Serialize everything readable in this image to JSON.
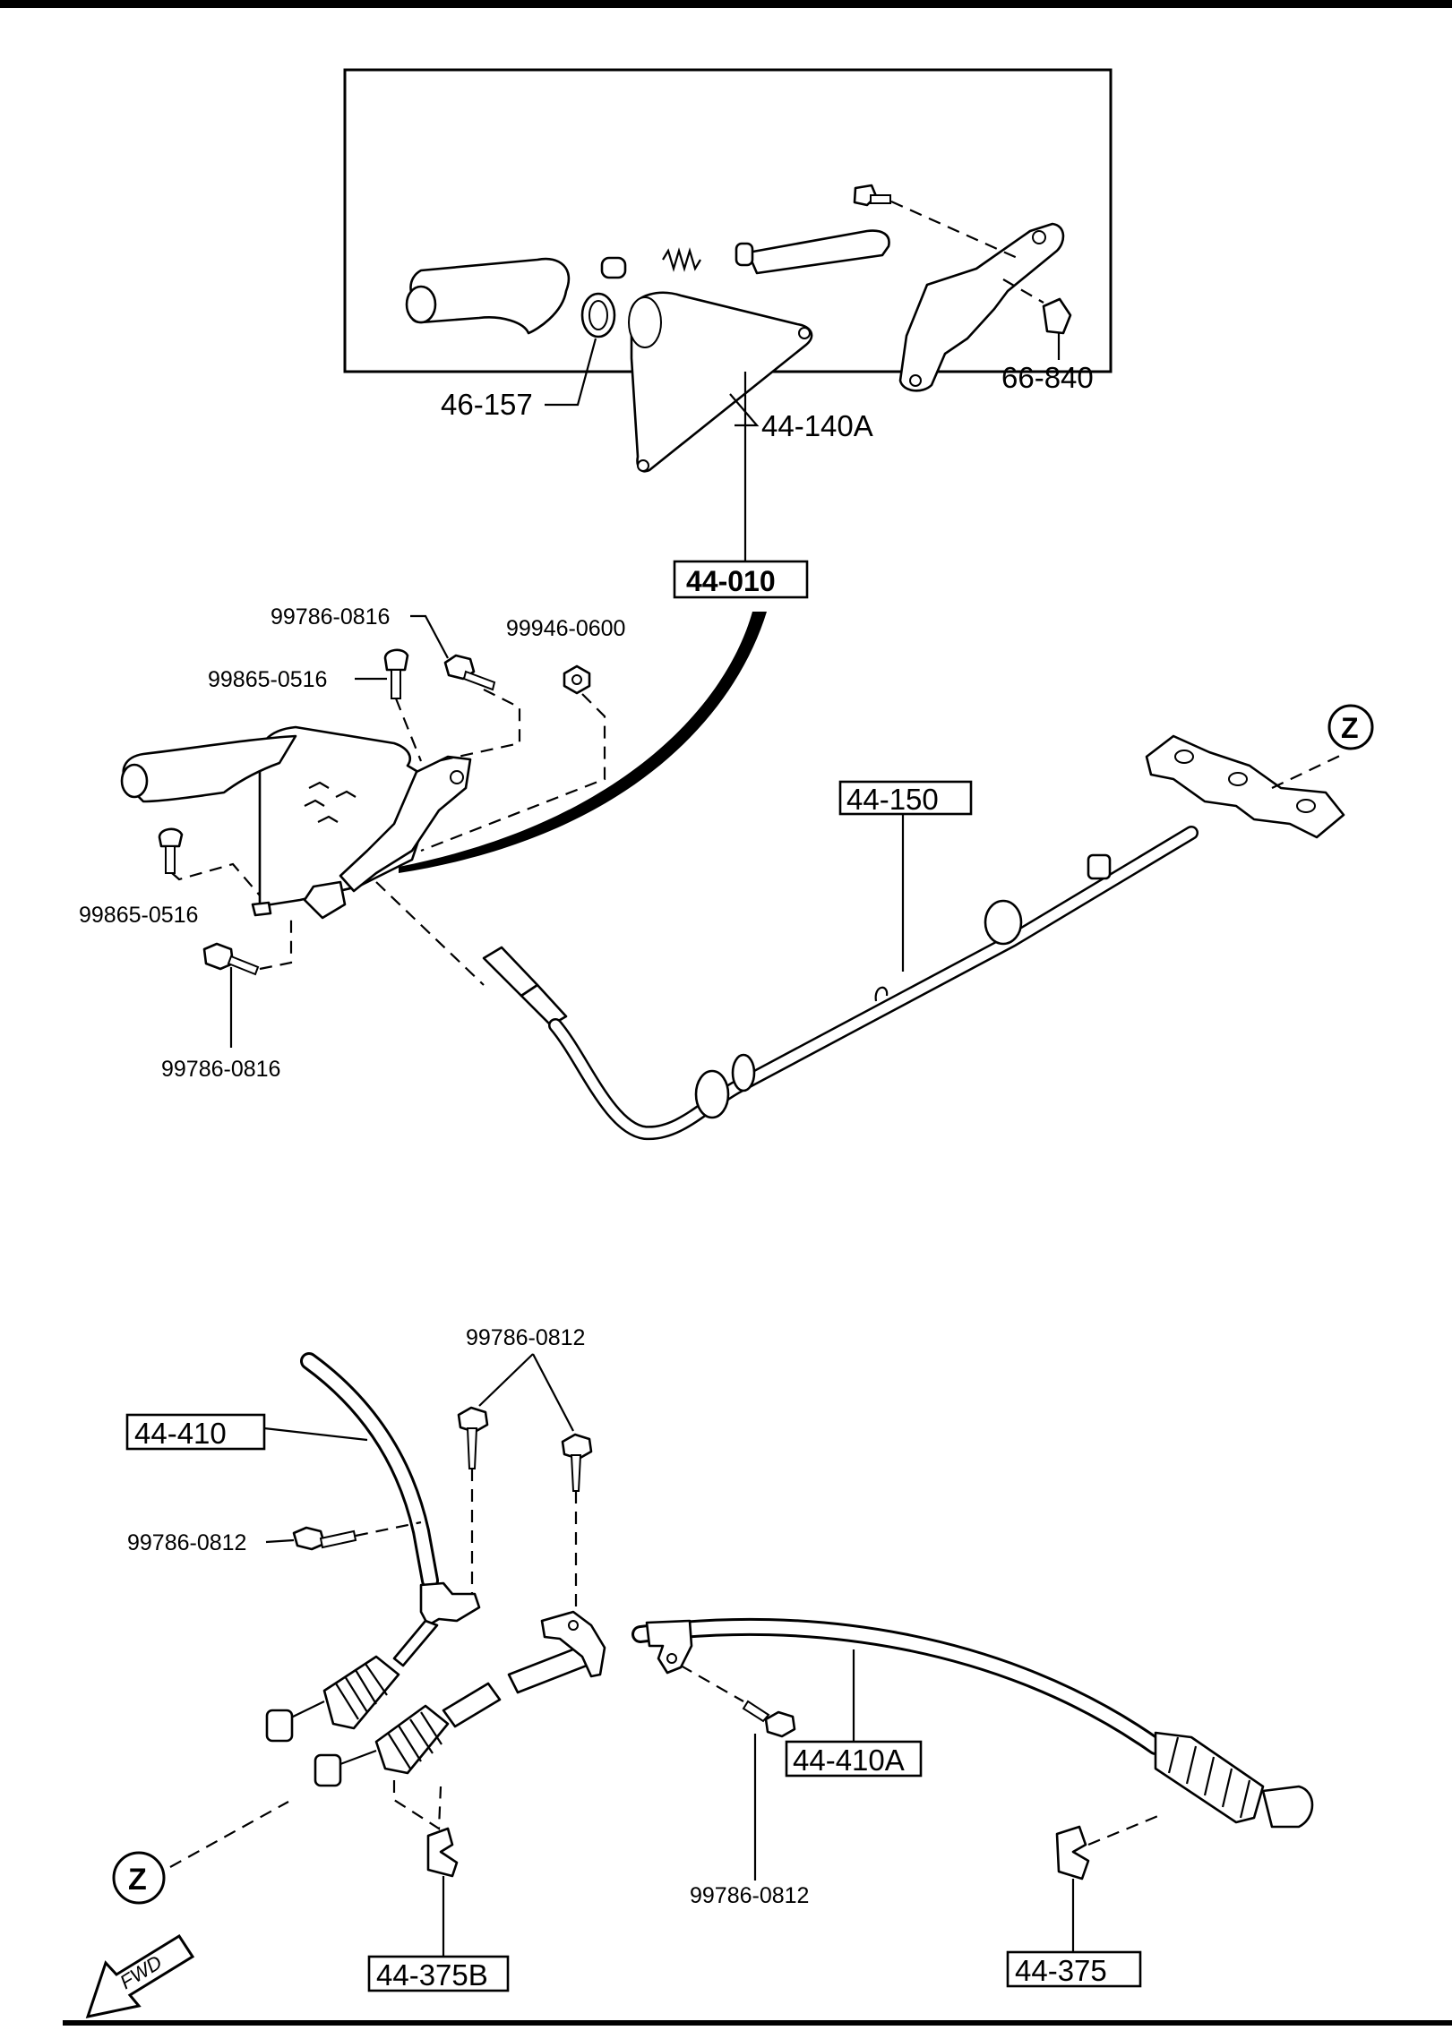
{
  "parts": {
    "inset": {
      "p46_157": "46-157",
      "p44_140A": "44-140A",
      "p66_840": "66-840"
    },
    "lever_assembly": {
      "p44_010": "44-010",
      "p99786_0816_top": "99786-0816",
      "p99946_0600": "99946-0600",
      "p99865_0516_top": "99865-0516",
      "p99865_0516_side": "99865-0516",
      "p99786_0816_bottom": "99786-0816"
    },
    "front_cable": {
      "p44_150": "44-150",
      "ref_z": "Z"
    },
    "rear_cables": {
      "p99786_0812_top": "99786-0812",
      "p44_410": "44-410",
      "p99786_0812_left": "99786-0812",
      "p44_410A": "44-410A",
      "p99786_0812_mid": "99786-0812",
      "ref_z": "Z",
      "p44_375B": "44-375B",
      "p44_375": "44-375",
      "fwd": "FWD"
    }
  }
}
